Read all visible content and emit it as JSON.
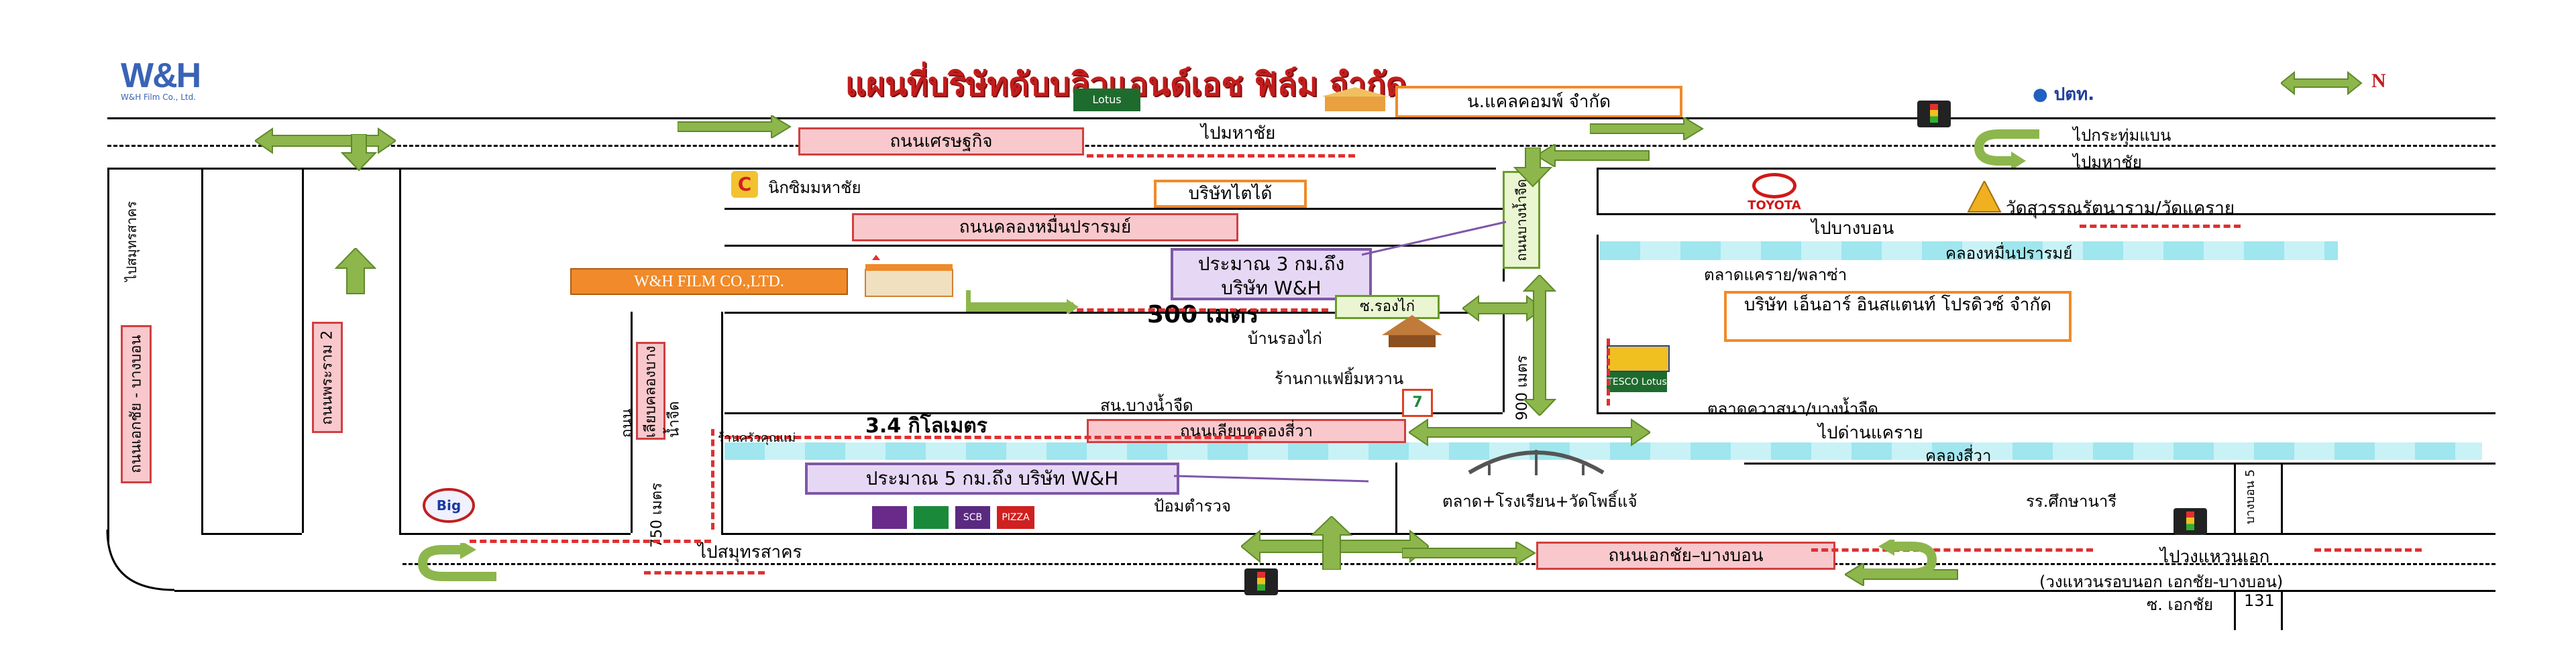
{
  "title": "แผนที่บริษัทดับบลิวแอนด์เอช ฟิล์ม จำกัด",
  "compass": "N",
  "logo_caption": "W&H Film Co., Ltd.",
  "company_box": "W&H FILM CO.,LTD.",
  "brands": {
    "lotus": "Lotus",
    "ptt": "ปตท.",
    "toyota": "TOYOTA",
    "big_c": "Big",
    "scb": "SCB",
    "pizza": "PIZZA",
    "tesco_lotus": "TESCO Lotus"
  },
  "roads": {
    "setthakit": "ถนนเศรษฐกิจ",
    "khlong_muen": "ถนนคลองหมื่นปรารมย์",
    "liab_khlong_si_wa": "ถนนเลียบคลองสี่วา",
    "ekkachai_bangbon_h": "ถนนเอกชัย–บางบอน",
    "ekkachai_bangbon_v": "ถนนเอกชัย - บางบอน",
    "phetkasem2": "ถนนพระราม 2",
    "liab_khlong_bang_nam_jued": "ถนนเลียบคลองบางน้ำจืด",
    "bang_nam_jued_v": "ถนนบางน้ำจืด"
  },
  "directions": {
    "to_mahachai_top": "ไปมหาชัย",
    "to_krathum_baen": "ไปกระทุ่มแบน",
    "to_mahachai_right": "ไปมหาชัย",
    "to_bangbon": "ไปบางบอน",
    "to_samut_sakhon_left": "ไปสมุทรสาคร",
    "to_dan_kraerai": "ไปด่านแคราย",
    "to_samut_sakhon_bottom": "ไปสมุทรสาคร",
    "to_center": "ไปวงแหวนเอก",
    "ring_road": "(วงแหวนรอบนอก เอกชัย-บางบอน)",
    "soi_ekkachai": "ซ. เอกชัย",
    "soi_num": "131"
  },
  "places": {
    "nb_tcom": "น.แคลคอมพ์ จำกัด",
    "nissin": "นิกซิมมหาชัย",
    "thai_taido": "บริษัทไตได้",
    "wat": "วัดสุวรรณรัตนาราม/วัดแคราย",
    "khlong_muen_canal": "คลองหมื่นปรารมย์",
    "talad_kraerai": "ตลาดแคราย/พลาซ่า",
    "nr_instant": "บริษัท เอ็นอาร์ อินสแตนท์ โปรดิวซ์ จำกัด",
    "ban_rong_kai": "บ้านรองไก่",
    "kafe": "ร้านกาแฟยิ้มหวาน",
    "bang_nam_jued_station": "สน.บางน้ำจืด",
    "talad_kwasana": "ตลาดควาสนา/บางน้ำจืด",
    "khlong_si_wa": "คลองสี่วา",
    "ran_kuay": "ร้านครัวคุณแม่",
    "pom": "ป้อมตำรวจ",
    "talad_school": "ตลาด+โรงเรียน+วัดโพธิ์แจ้",
    "rr_suksa": "รร.ศึกษานารี",
    "soi_rong_kai": "ซ.รองไก่",
    "bangbon5": "บางบอน 5"
  },
  "distances": {
    "d300": "300 เมตร",
    "d34": "3.4 กิโลเมตร",
    "d900": "900 เมตร",
    "d750": "750 เมตร"
  },
  "callouts": {
    "three_km": "ประมาณ 3 กม.ถึง บริษัท W&H",
    "five_km": "ประมาณ 5 กม.ถึง บริษัท W&H"
  },
  "colors": {
    "road_label_bg": "#f8c8cc",
    "road_label_border": "#d04040",
    "arrow_green": "#8db64c",
    "canal": "#9fe6ee",
    "callout_bg": "#e6d8f4"
  }
}
